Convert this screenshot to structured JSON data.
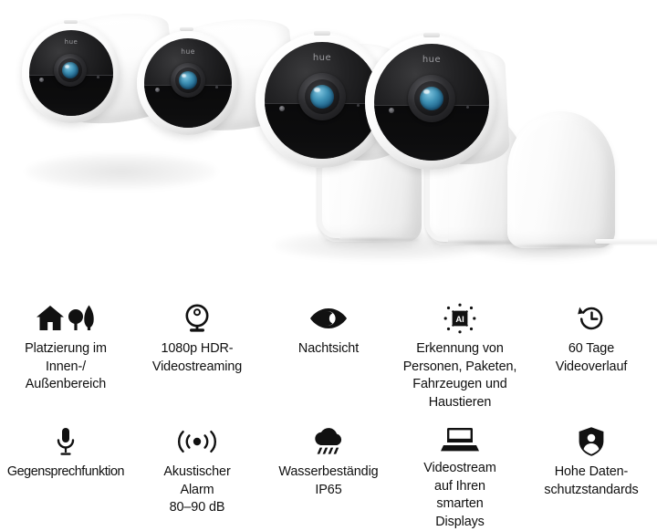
{
  "product": {
    "brand_mark": "hue",
    "cameras": [
      {
        "name": "battery-camera-left",
        "brand": "hue"
      },
      {
        "name": "battery-camera-second",
        "brand": "hue"
      },
      {
        "name": "wired-camera-third",
        "brand": "hue"
      },
      {
        "name": "wired-camera-fourth",
        "brand": "hue"
      }
    ],
    "accessory": {
      "name": "desk-stand",
      "label": ""
    }
  },
  "features": {
    "row1": [
      {
        "icon": "house-and-trees-icon",
        "label": "Platzierung im\nInnen-/\nAußenbereich"
      },
      {
        "icon": "webcam-icon",
        "label": "1080p HDR-\nVideostreaming"
      },
      {
        "icon": "eye-moon-night-vision-icon",
        "label": "Nachtsicht"
      },
      {
        "icon": "ai-detection-icon",
        "label": "Erkennung von\nPersonen, Paketen,\nFahrzeugen und\nHaustieren"
      },
      {
        "icon": "clock-history-icon",
        "label": "60 Tage\nVideoverlauf"
      }
    ],
    "row2": [
      {
        "icon": "microphone-icon",
        "label": "Gegensprechfunktion"
      },
      {
        "icon": "sound-wave-alarm-icon",
        "label": "Akustischer\nAlarm\n80–90 dB"
      },
      {
        "icon": "rain-cloud-icon",
        "label": "Wasserbeständig\nIP65"
      },
      {
        "icon": "laptop-icon",
        "label": "Videostream\nauf Ihren\nsmarten\nDisplays"
      },
      {
        "icon": "shield-person-privacy-icon",
        "label": "Hohe Daten-\nschutzstandards"
      }
    ]
  },
  "colors": {
    "background": "#ffffff",
    "text": "#0f0f0f",
    "icon": "#111111",
    "lens_blue": "#3e91b5",
    "faceplate_black": "#121213"
  }
}
